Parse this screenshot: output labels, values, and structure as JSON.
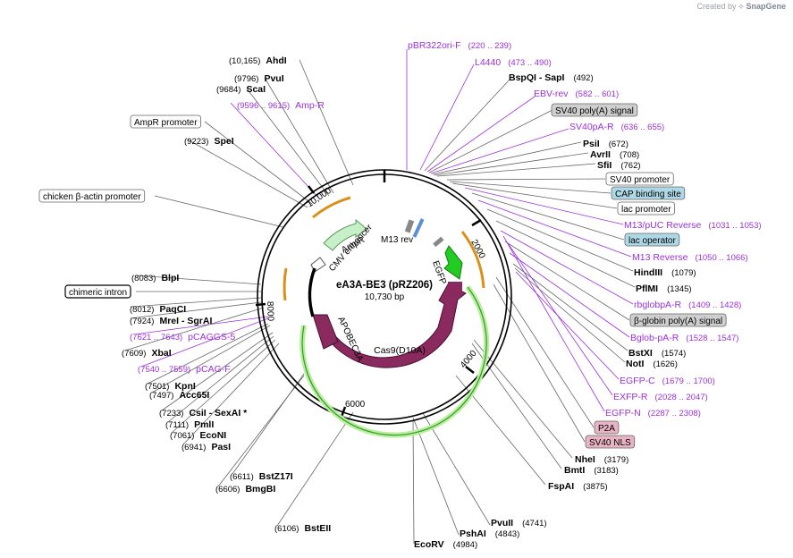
{
  "credit": {
    "prefix": "Created by",
    "brand": "SnapGene"
  },
  "plasmid": {
    "name": "eA3A-BE3 (pRZ206)",
    "size": "10,730 bp"
  },
  "ticks": [
    "2000",
    "4000",
    "6000",
    "8000",
    "10,000"
  ],
  "labels": [
    {
      "name": "AhdI",
      "pos": "(10,165)",
      "kind": "enzyme"
    },
    {
      "name": "PvuI",
      "pos": "(9796)",
      "kind": "enzyme"
    },
    {
      "name": "ScaI",
      "pos": "(9684)",
      "kind": "enzyme"
    },
    {
      "name": "Amp-R",
      "pos": "(9596 .. 9615)",
      "kind": "primer"
    },
    {
      "name": "AmpR promoter",
      "pos": "",
      "kind": "boxed"
    },
    {
      "name": "SpeI",
      "pos": "(9223)",
      "kind": "enzyme"
    },
    {
      "name": "chicken β-actin promoter",
      "pos": "",
      "kind": "boxed"
    },
    {
      "name": "BlpI",
      "pos": "(8083)",
      "kind": "enzyme"
    },
    {
      "name": "chimeric intron",
      "pos": "",
      "kind": "boxedbold"
    },
    {
      "name": "PaqCI",
      "pos": "(8012)",
      "kind": "enzyme"
    },
    {
      "name": "MreI - SgrAI",
      "pos": "(7924)",
      "kind": "enzyme"
    },
    {
      "name": "pCAGGS-5",
      "pos": "(7621 .. 7643)",
      "kind": "primer"
    },
    {
      "name": "XbaI",
      "pos": "(7609)",
      "kind": "enzyme"
    },
    {
      "name": "pCAG-F",
      "pos": "(7540 .. 7559)",
      "kind": "primer"
    },
    {
      "name": "KpnI",
      "pos": "(7501)",
      "kind": "enzyme"
    },
    {
      "name": "Acc65I",
      "pos": "(7497)",
      "kind": "enzyme"
    },
    {
      "name": "CsiI - SexAI *",
      "pos": "(7233)",
      "kind": "enzyme"
    },
    {
      "name": "PmlI",
      "pos": "(7111)",
      "kind": "enzyme"
    },
    {
      "name": "EcoNI",
      "pos": "(7061)",
      "kind": "enzyme"
    },
    {
      "name": "PasI",
      "pos": "(6941)",
      "kind": "enzyme"
    },
    {
      "name": "BstZ17I",
      "pos": "(6611)",
      "kind": "enzyme"
    },
    {
      "name": "BmgBI",
      "pos": "(6606)",
      "kind": "enzyme"
    },
    {
      "name": "BstEII",
      "pos": "(6106)",
      "kind": "enzyme"
    },
    {
      "name": "pBR322ori-F",
      "pos": "(220 .. 239)",
      "kind": "primer"
    },
    {
      "name": "L4440",
      "pos": "(473 .. 490)",
      "kind": "primer"
    },
    {
      "name": "BspQI - SapI",
      "pos": "(492)",
      "kind": "enzyme"
    },
    {
      "name": "EBV-rev",
      "pos": "(582 .. 601)",
      "kind": "primer"
    },
    {
      "name": "SV40 poly(A) signal",
      "pos": "",
      "kind": "grey"
    },
    {
      "name": "SV40pA-R",
      "pos": "(636 .. 655)",
      "kind": "primer"
    },
    {
      "name": "PsiI",
      "pos": "(672)",
      "kind": "enzyme"
    },
    {
      "name": "AvrII",
      "pos": "(708)",
      "kind": "enzyme"
    },
    {
      "name": "SfiI",
      "pos": "(762)",
      "kind": "enzyme"
    },
    {
      "name": "SV40 promoter",
      "pos": "",
      "kind": "boxed"
    },
    {
      "name": "CAP binding site",
      "pos": "",
      "kind": "blue"
    },
    {
      "name": "lac promoter",
      "pos": "",
      "kind": "boxed"
    },
    {
      "name": "M13/pUC Reverse",
      "pos": "(1031 .. 1053)",
      "kind": "primer"
    },
    {
      "name": "lac operator",
      "pos": "",
      "kind": "blue"
    },
    {
      "name": "M13 Reverse",
      "pos": "(1050 .. 1066)",
      "kind": "primer"
    },
    {
      "name": "HindIII",
      "pos": "(1079)",
      "kind": "enzyme"
    },
    {
      "name": "PflMI",
      "pos": "(1345)",
      "kind": "enzyme"
    },
    {
      "name": "rbglobpA-R",
      "pos": "(1409 .. 1428)",
      "kind": "primer"
    },
    {
      "name": "β-globin poly(A) signal",
      "pos": "",
      "kind": "grey"
    },
    {
      "name": "Bglob-pA-R",
      "pos": "(1528 .. 1547)",
      "kind": "primer"
    },
    {
      "name": "BstXI",
      "pos": "(1574)",
      "kind": "enzyme"
    },
    {
      "name": "NotI",
      "pos": "(1626)",
      "kind": "enzyme"
    },
    {
      "name": "EGFP-C",
      "pos": "(1679 .. 1700)",
      "kind": "primer"
    },
    {
      "name": "EXFP-R",
      "pos": "(2028 .. 2047)",
      "kind": "primer"
    },
    {
      "name": "EGFP-N",
      "pos": "(2287 .. 2308)",
      "kind": "primer"
    },
    {
      "name": "P2A",
      "pos": "",
      "kind": "pink"
    },
    {
      "name": "SV40 NLS",
      "pos": "",
      "kind": "pink"
    },
    {
      "name": "NheI",
      "pos": "(3179)",
      "kind": "enzyme"
    },
    {
      "name": "BmtI",
      "pos": "(3183)",
      "kind": "enzyme"
    },
    {
      "name": "FspAI",
      "pos": "(3875)",
      "kind": "enzyme"
    },
    {
      "name": "PvuII",
      "pos": "(4741)",
      "kind": "enzyme"
    },
    {
      "name": "PshAI",
      "pos": "(4843)",
      "kind": "enzyme"
    },
    {
      "name": "EcoRV",
      "pos": "(4984)",
      "kind": "enzyme"
    }
  ],
  "features": [
    {
      "name": "Cas9(D10A)",
      "color": "#8b2a5e"
    },
    {
      "name": "APOBEC3A",
      "color": "#8b2a5e"
    },
    {
      "name": "EGFP",
      "color": "#22cc22"
    },
    {
      "name": "AmpR",
      "color": "#c8f0c8"
    },
    {
      "name": "CMV enhancer",
      "color": "#ffffff"
    },
    {
      "name": "M13 rev",
      "color": "#888888"
    },
    {
      "name": "ori",
      "color": "#f0b429"
    }
  ],
  "colors": {
    "enzyme": "#000000",
    "primer": "#9b30d9",
    "blue": "#aed8e6",
    "grey": "#cfcfcf",
    "pink": "#e8b4c4",
    "orange": "#e8a020",
    "cds": "#8b2a5e",
    "egfp": "#2ad12a"
  }
}
